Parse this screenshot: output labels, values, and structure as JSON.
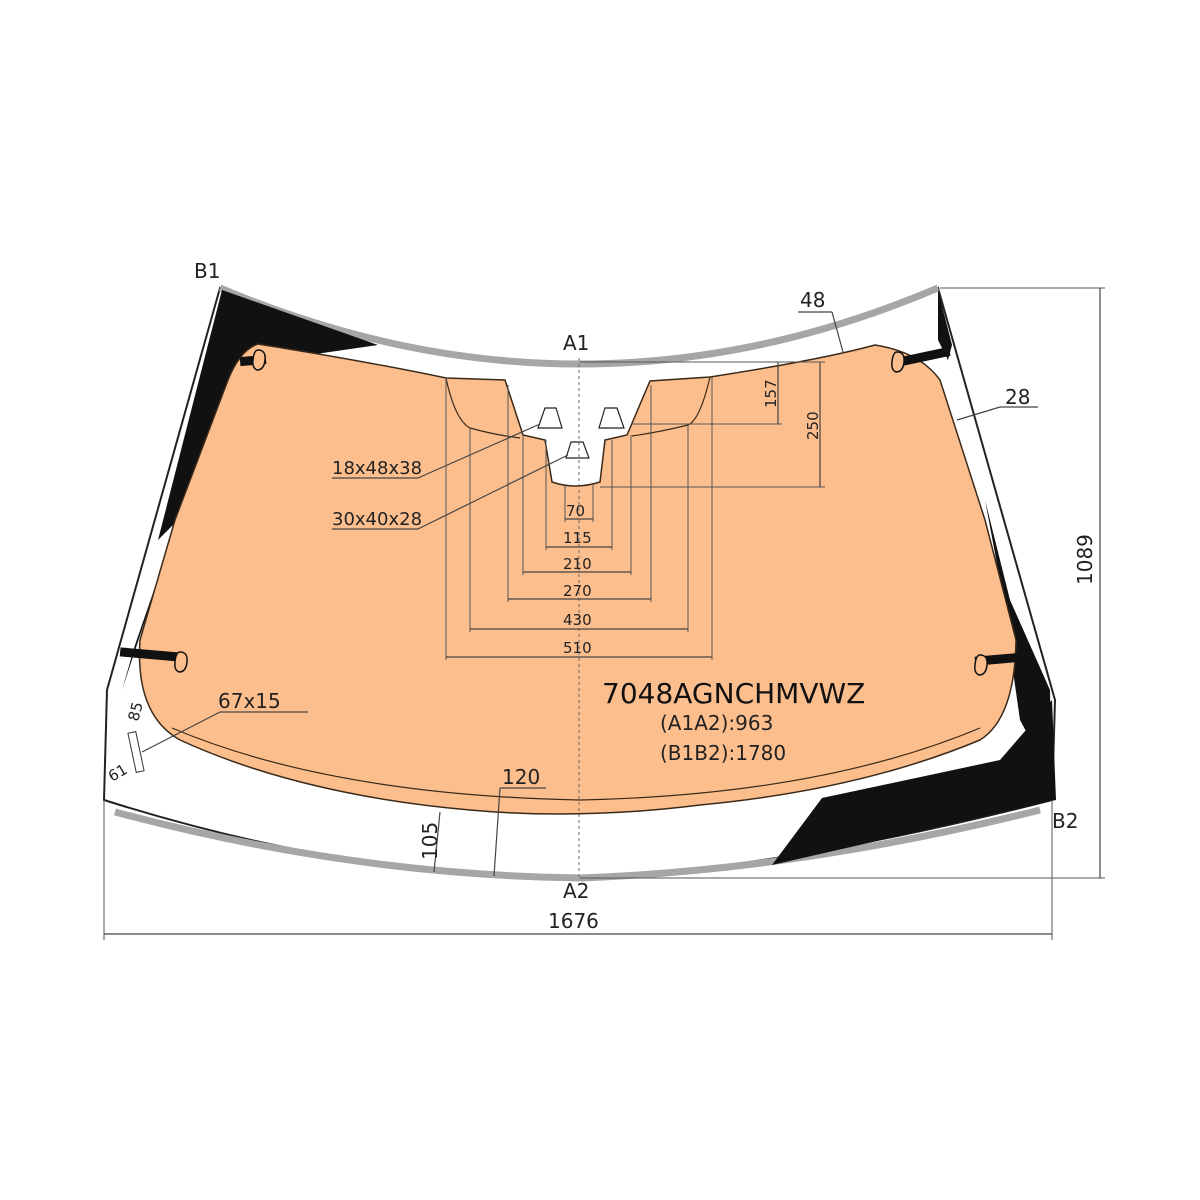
{
  "part_code": "7048AGNCHMVWZ",
  "a1a2": "(A1A2):963",
  "b1b2": "(B1B2):1780",
  "points": {
    "a1": "A1",
    "a2": "A2",
    "b1": "B1",
    "b2": "B2"
  },
  "dimensions": {
    "overall_width": "1676",
    "overall_height": "1089",
    "top_band": "48",
    "side_band": "28",
    "bottom_band_center": "120",
    "bottom_band_left": "105",
    "notch_height_1": "157",
    "notch_height_2": "250",
    "width_70": "70",
    "width_115": "115",
    "width_210": "210",
    "width_270": "270",
    "width_430": "430",
    "width_510": "510",
    "sensor_1": "18x48x38",
    "sensor_2": "30x40x28",
    "vin_window": "67x15",
    "corner_85": "85",
    "corner_61": "61"
  },
  "colors": {
    "heated_area": "#FDBE8E",
    "frit": "#111111",
    "edge_band": "#A6A6A6"
  }
}
